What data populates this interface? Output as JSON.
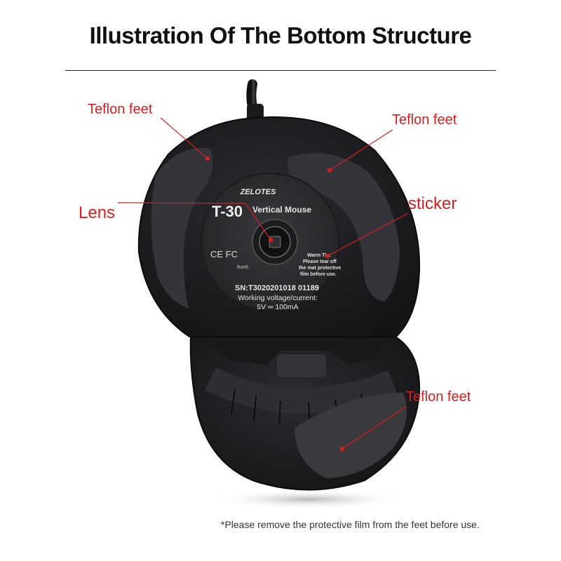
{
  "title": "Illustration Of The Bottom Structure",
  "callouts": {
    "teflon_top_left": "Teflon feet",
    "teflon_top_right": "Teflon feet",
    "lens": "Lens",
    "sticker": "sticker",
    "teflon_bottom": "Teflon feet"
  },
  "sticker_label": {
    "brand": "ZELOTES",
    "model": "T-30",
    "model_suffix": "Vertical Mouse",
    "certs": "CE FC",
    "rohs": "RoHS",
    "warm_tip_title": "Warm Tip:",
    "warm_tip_line1": "Please tear off",
    "warm_tip_line2": "the mat protective",
    "warm_tip_line3": "film before use.",
    "serial": "SN:T3020201018 01189",
    "voltage_label": "Working voltage/current:",
    "voltage_value": "5V ═ 100mA"
  },
  "footnote": "*Please remove the protective film from the feet before use.",
  "colors": {
    "callout_red": "#d61f1f",
    "mouse_body": "#1e1e22",
    "sticker_bg": "#2b2b2e"
  }
}
